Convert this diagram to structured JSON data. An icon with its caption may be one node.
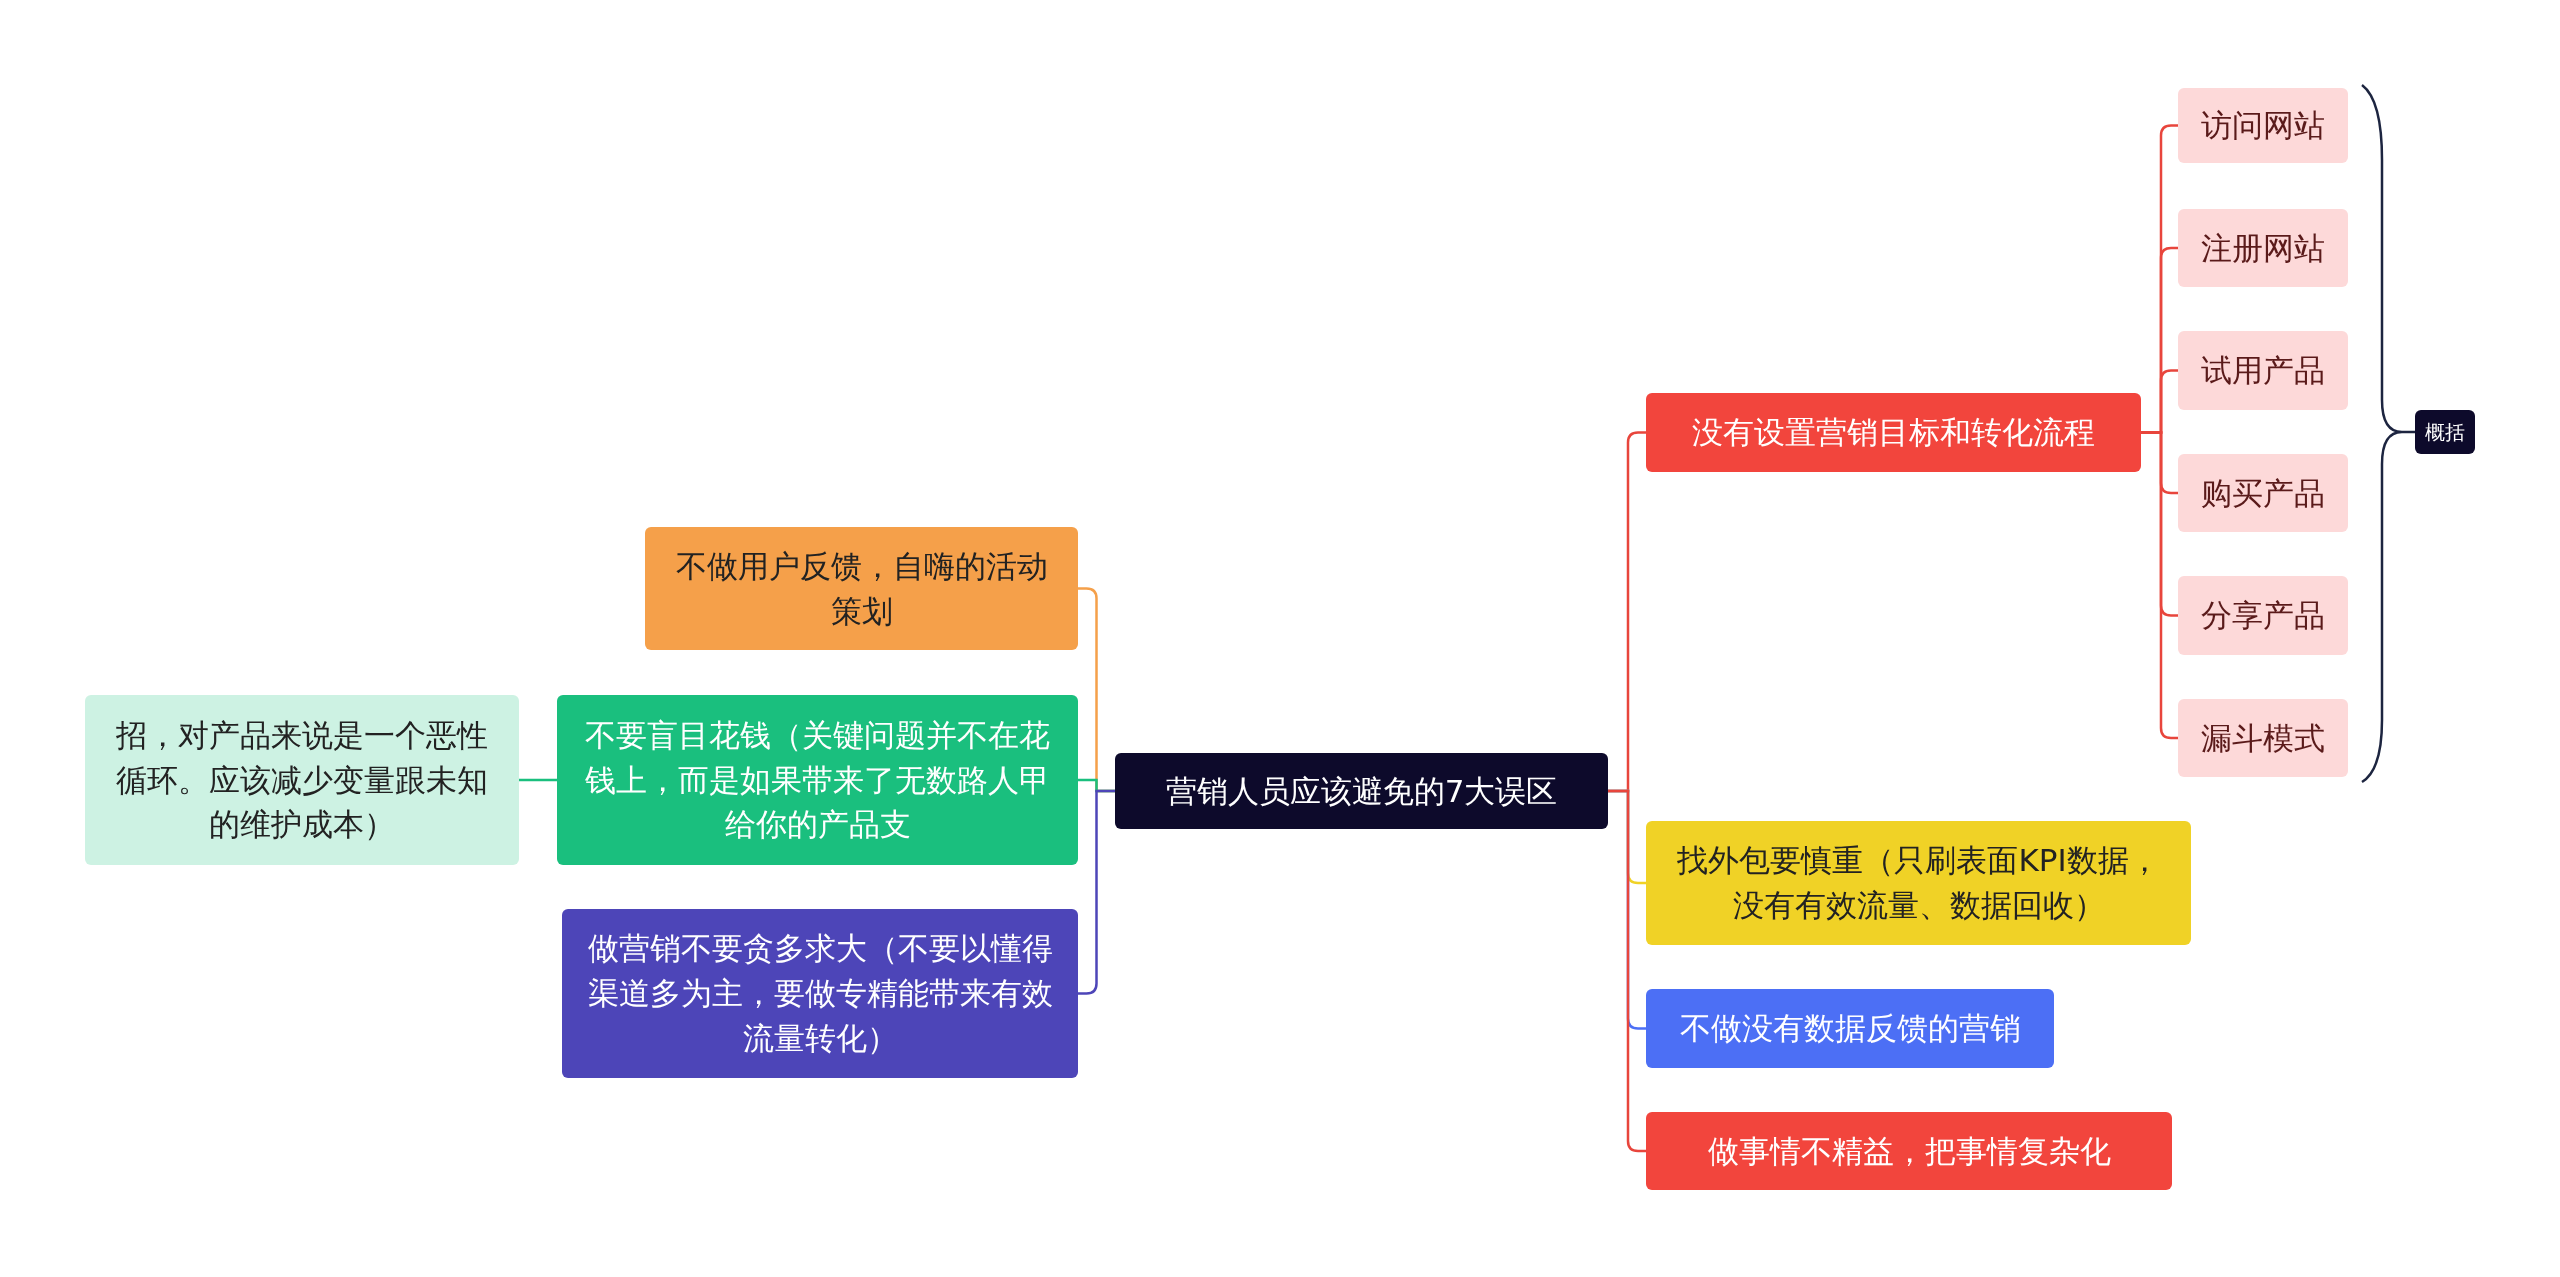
{
  "diagram": {
    "nodes": [
      {
        "text": [
          "营销人员应该避免的7大误区"
        ]
      },
      {
        "text": [
          "不做用户反馈，自嗨的活动策划"
        ]
      },
      {
        "text": [
          "不要盲目花钱（关键问题并不在花钱上，而是如果带来了无数路人甲给你的产品支"
        ]
      },
      {
        "text": [
          "招，对产品来说是一个恶性循环。应该减少变量跟未知的维护成本）"
        ]
      },
      {
        "text": [
          "做营销不要贪多求大（不要以懂得渠道多为主，要做专精能带来有效流量转化）"
        ]
      },
      {
        "text": [
          "没有设置营销目标和转化流程"
        ]
      },
      {
        "text": [
          "访问网站"
        ]
      },
      {
        "text": [
          "注册网站"
        ]
      },
      {
        "text": [
          "试用产品"
        ]
      },
      {
        "text": [
          "购买产品"
        ]
      },
      {
        "text": [
          "分享产品"
        ]
      },
      {
        "text": [
          "漏斗模式"
        ]
      },
      {
        "text": [
          "找外包要慎重（只刷表面KPI数据，没有有效流量、数据回收）"
        ]
      },
      {
        "text": [
          "不做没有数据反馈的营销"
        ]
      },
      {
        "text": [
          "做事情不精益，把事情复杂化"
        ]
      },
      {
        "text": [
          "概括"
        ]
      }
    ],
    "edges": [
      {
        "from": 0,
        "to": 1,
        "arrow": "none",
        "color": "#f5a04a"
      },
      {
        "from": 0,
        "to": 2,
        "arrow": "none",
        "color": "#1abf7e"
      },
      {
        "from": 2,
        "to": 3,
        "arrow": "none",
        "color": "#1abf7e"
      },
      {
        "from": 0,
        "to": 4,
        "arrow": "none",
        "color": "#4d45b8"
      },
      {
        "from": 0,
        "to": 5,
        "arrow": "none"
      },
      {
        "from": 5,
        "to": 6,
        "arrow": "none"
      },
      {
        "from": 5,
        "to": 7,
        "arrow": "none"
      },
      {
        "from": 5,
        "to": 8,
        "arrow": "none"
      },
      {
        "from": 5,
        "to": 9,
        "arrow": "none"
      },
      {
        "from": 5,
        "to": 10,
        "arrow": "none"
      },
      {
        "from": 5,
        "to": 11,
        "arrow": "none"
      },
      {
        "from": 0,
        "to": 12,
        "arrow": "none",
        "color": "#f0d226"
      },
      {
        "from": 0,
        "to": 13,
        "arrow": "none",
        "color": "#4c6ff5"
      },
      {
        "from": 0,
        "to": 14,
        "arrow": "none"
      }
    ]
  }
}
